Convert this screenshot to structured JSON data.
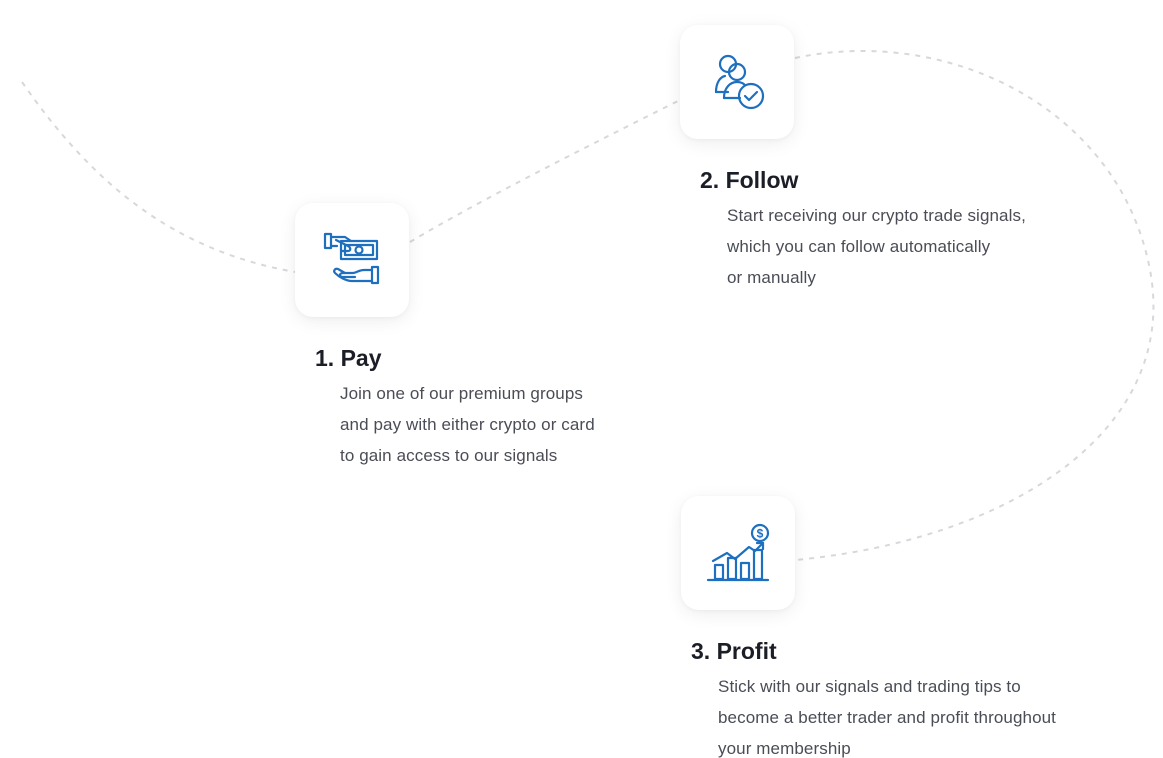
{
  "accent_color": "#1e6fbf",
  "steps": [
    {
      "title": "1. Pay",
      "lines": [
        "Join one of our premium groups",
        "and pay with either crypto or card",
        "to gain access to our signals"
      ],
      "icon": "money-hand-icon"
    },
    {
      "title": "2. Follow",
      "lines": [
        "Start receiving our crypto trade signals,",
        "which you can follow automatically",
        "or manually"
      ],
      "icon": "user-check-icon"
    },
    {
      "title": "3. Profit",
      "lines": [
        "Stick with our signals and trading tips to",
        "become a better trader and profit throughout",
        "your membership"
      ],
      "icon": "growth-chart-icon"
    }
  ]
}
